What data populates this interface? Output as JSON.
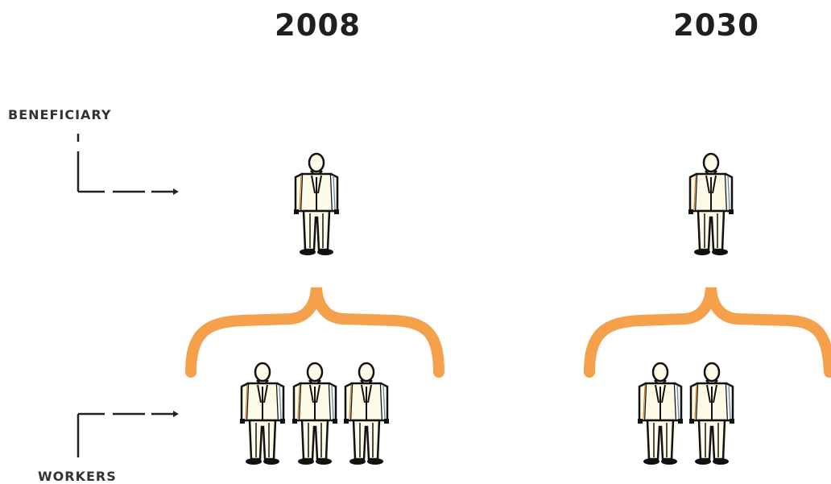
{
  "years": {
    "left": "2008",
    "right": "2030"
  },
  "labels": {
    "beneficiary": "BENEFICIARY",
    "workers": "WORKERS"
  },
  "groups": [
    {
      "year": "2008",
      "beneficiaries": 1,
      "workers": 3
    },
    {
      "year": "2030",
      "beneficiaries": 1,
      "workers": 2
    }
  ],
  "colors": {
    "brace": "#f5a04a",
    "figure_fill": "#fdfbe8",
    "figure_stroke": "#111111",
    "connector": "#222222",
    "text": "#1f1f1f"
  },
  "icons": [
    "person-icon",
    "curly-brace-icon",
    "arrow-connector"
  ]
}
